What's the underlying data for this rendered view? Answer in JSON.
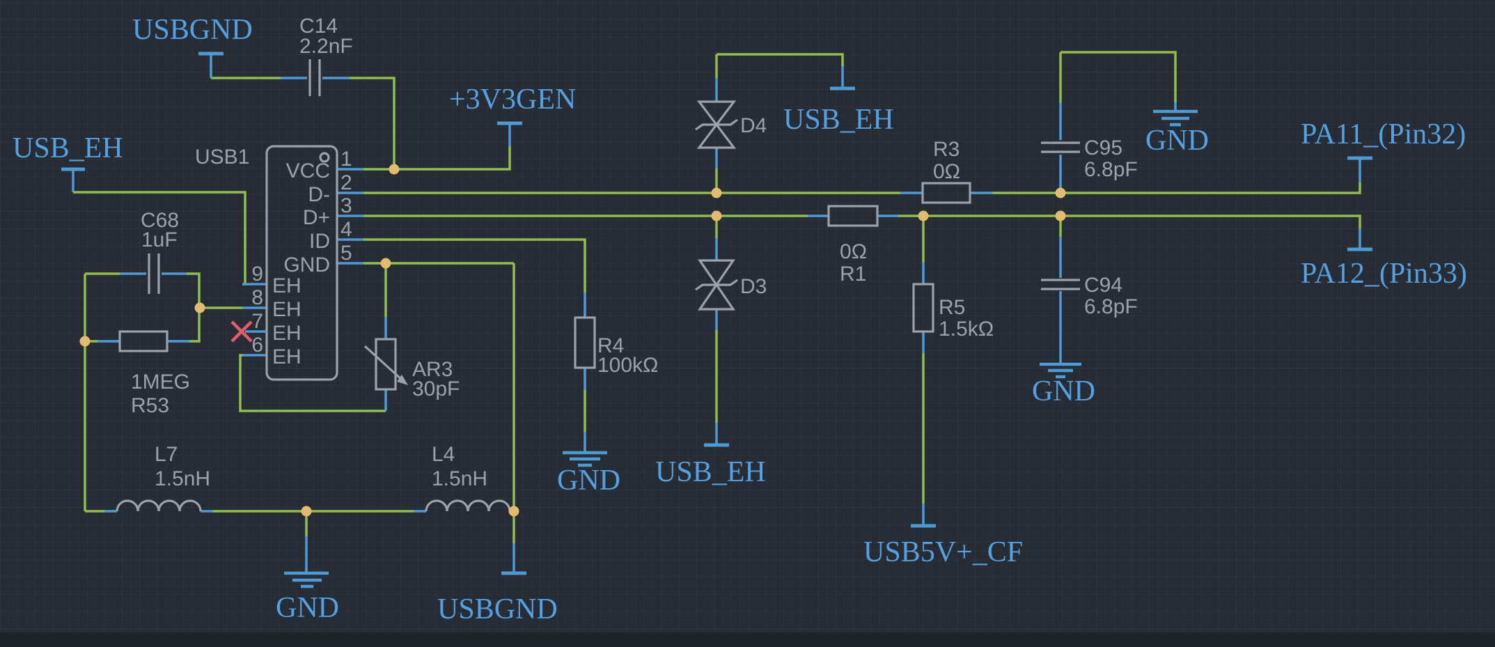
{
  "app": {
    "type": "schematic-editor-canvas"
  },
  "colors": {
    "background": "#272B33",
    "grid_line": "#2D323C",
    "wire_green": "#8FBE4D",
    "pin_blue": "#4E9AD4",
    "net_label_blue": "#53A0E2",
    "component_gray": "#9CA2AA",
    "junction_tan": "#E2BB70",
    "no_connect_red": "#E25C6B"
  },
  "nets": {
    "usbgnd_top": "USBGND",
    "v3v3gen": "+3V3GEN",
    "usb_eh_left": "USB_EH",
    "usb_eh_mid": "USB_EH",
    "usb_eh_bottom": "USB_EH",
    "gnd_l7": "GND",
    "usbgnd_bottom": "USBGND",
    "gnd_r4": "GND",
    "gnd_c95": "GND",
    "gnd_c94": "GND",
    "pa11": "PA11_(Pin32)",
    "pa12": "PA12_(Pin33)",
    "usb5v_cf": "USB5V+_CF"
  },
  "components": {
    "c14": {
      "ref": "C14",
      "value": "2.2nF"
    },
    "c68": {
      "ref": "C68",
      "value": "1uF"
    },
    "r53": {
      "ref": "R53",
      "value": "1MEG"
    },
    "l7": {
      "ref": "L7",
      "value": "1.5nH"
    },
    "l4": {
      "ref": "L4",
      "value": "1.5nH"
    },
    "ar3": {
      "ref": "AR3",
      "value": "30pF"
    },
    "r4": {
      "ref": "R4",
      "value": "100kΩ"
    },
    "d4": {
      "ref": "D4"
    },
    "d3": {
      "ref": "D3"
    },
    "r3": {
      "ref": "R3",
      "value": "0Ω"
    },
    "r1": {
      "ref": "R1",
      "value": "0Ω"
    },
    "r5": {
      "ref": "R5",
      "value": "1.5kΩ"
    },
    "c95": {
      "ref": "C95",
      "value": "6.8pF"
    },
    "c94": {
      "ref": "C94",
      "value": "6.8pF"
    }
  },
  "connector": {
    "ref": "USB1",
    "right_pins": [
      {
        "number": "1",
        "name": "VCC"
      },
      {
        "number": "2",
        "name": "D-"
      },
      {
        "number": "3",
        "name": "D+"
      },
      {
        "number": "4",
        "name": "ID"
      },
      {
        "number": "5",
        "name": "GND"
      }
    ],
    "left_pins": [
      {
        "number": "9",
        "name": "EH"
      },
      {
        "number": "8",
        "name": "EH"
      },
      {
        "number": "7",
        "name": "EH"
      },
      {
        "number": "6",
        "name": "EH"
      }
    ]
  }
}
